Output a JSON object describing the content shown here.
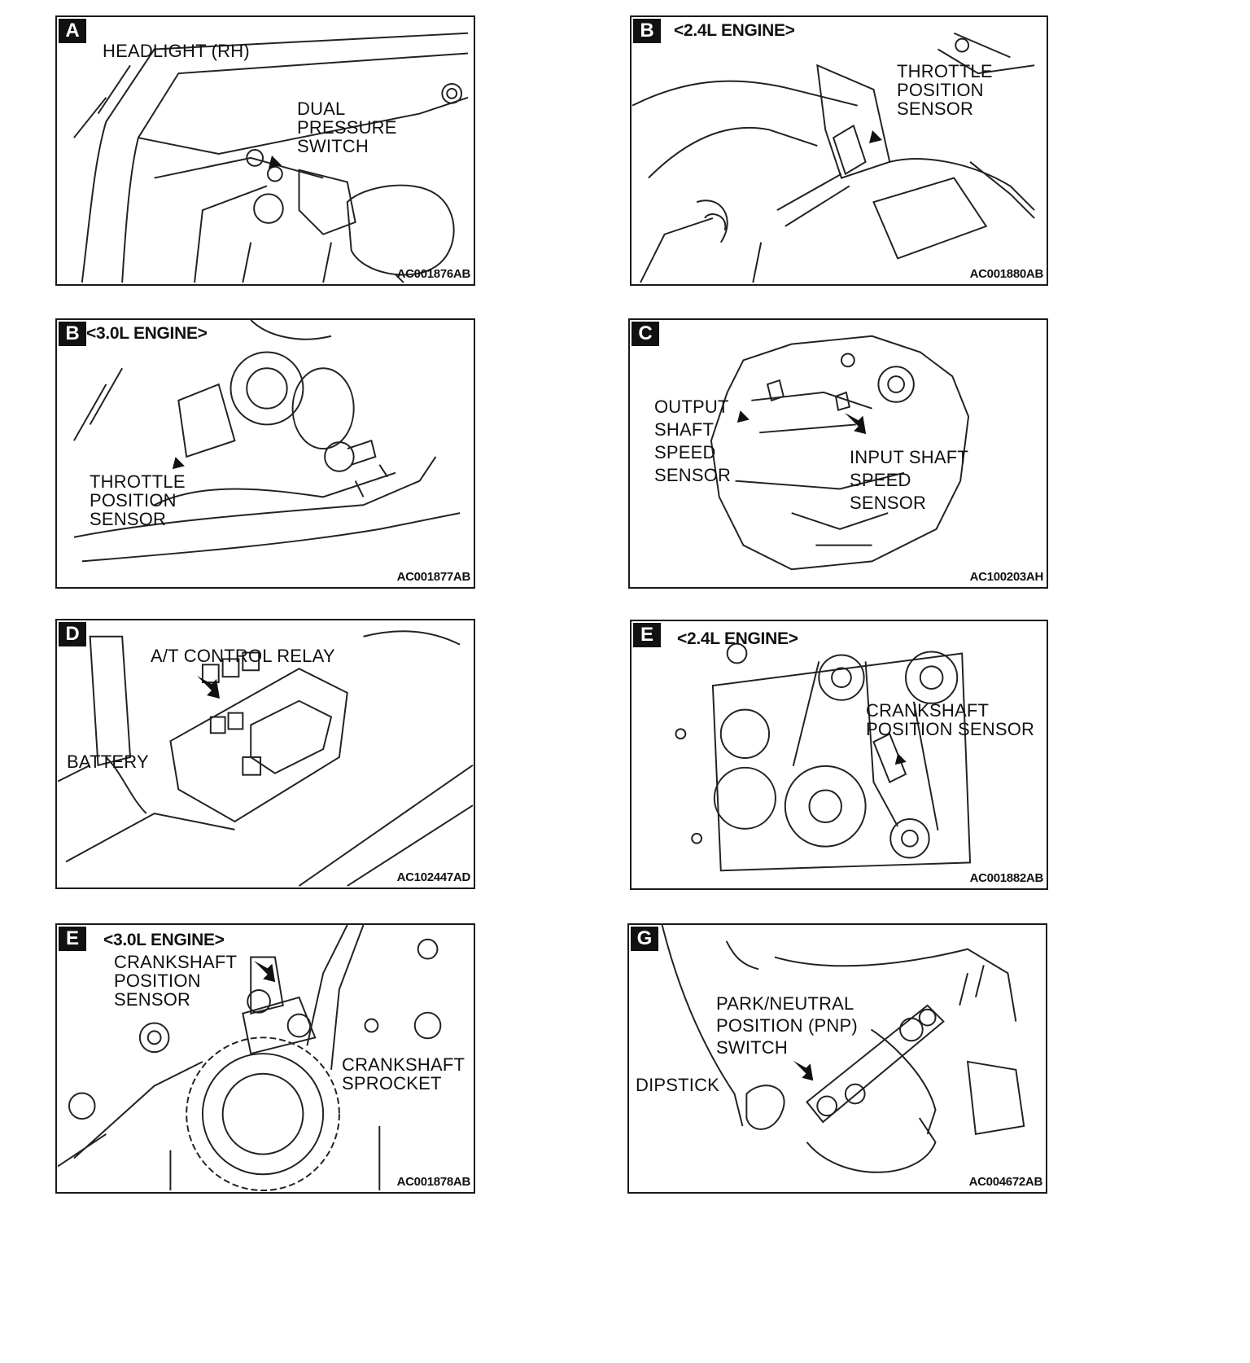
{
  "panels": [
    {
      "letter": "A",
      "engine": "",
      "labels": [
        "HEADLIGHT (RH)",
        "DUAL\nPRESSURE\nSWITCH"
      ],
      "code": "AC001876AB"
    },
    {
      "letter": "B",
      "engine": "<2.4L ENGINE>",
      "labels": [
        "THROTTLE\nPOSITION\nSENSOR"
      ],
      "code": "AC001880AB"
    },
    {
      "letter": "B",
      "engine": "<3.0L ENGINE>",
      "labels": [
        "THROTTLE\nPOSITION\nSENSOR"
      ],
      "code": "AC001877AB"
    },
    {
      "letter": "C",
      "engine": "",
      "labels": [
        "OUTPUT\nSHAFT\nSPEED\nSENSOR",
        "INPUT SHAFT\nSPEED\nSENSOR"
      ],
      "code": "AC100203AH"
    },
    {
      "letter": "D",
      "engine": "",
      "labels": [
        "A/T CONTROL RELAY",
        "BATTERY"
      ],
      "code": "AC102447AD"
    },
    {
      "letter": "E",
      "engine": "<2.4L ENGINE>",
      "labels": [
        "CRANKSHAFT\nPOSITION SENSOR"
      ],
      "code": "AC001882AB"
    },
    {
      "letter": "E",
      "engine": "<3.0L ENGINE>",
      "labels": [
        "CRANKSHAFT\nPOSITION\nSENSOR",
        "CRANKSHAFT\nSPROCKET"
      ],
      "code": "AC001878AB"
    },
    {
      "letter": "G",
      "engine": "",
      "labels": [
        "PARK/NEUTRAL\nPOSITION (PNP)\nSWITCH",
        "DIPSTICK"
      ],
      "code": "AC004672AB"
    }
  ]
}
